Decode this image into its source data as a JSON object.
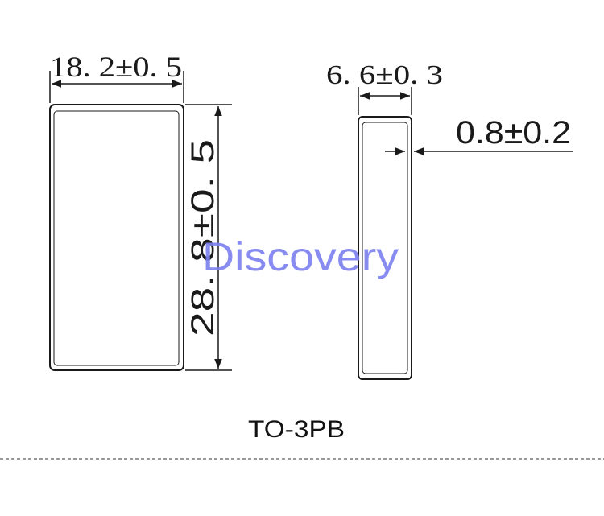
{
  "front_view": {
    "width_dimension": "18. 2±0. 5",
    "height_dimension": "28. 8±0. 5"
  },
  "side_view": {
    "thickness_dimension": "6. 6±0. 3",
    "wall_dimension": "0.8±0.2"
  },
  "watermark": "Discovery",
  "package_label": "TO-3PB",
  "colors": {
    "line": "#1a1a1a",
    "watermark": "#7b7ff0"
  }
}
